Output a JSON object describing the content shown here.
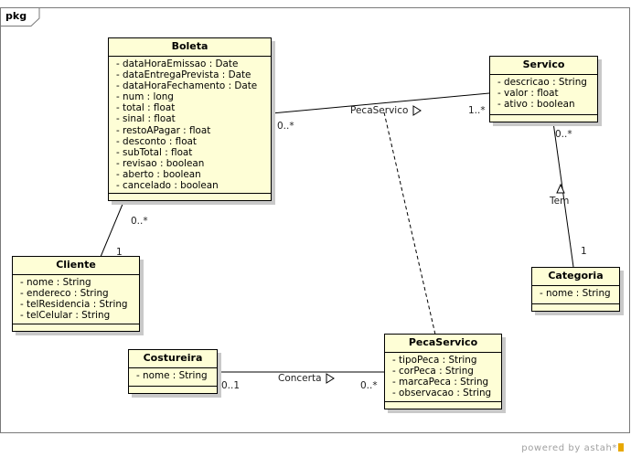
{
  "package": {
    "label": "pkg"
  },
  "classes": {
    "boleta": {
      "name": "Boleta",
      "attributes": [
        "- dataHoraEmissao : Date",
        "- dataEntregaPrevista : Date",
        "- dataHoraFechamento : Date",
        "- num : long",
        "- total : float",
        "- sinal : float",
        "- restoAPagar : float",
        "- desconto : float",
        "- subTotal : float",
        "- revisao : boolean",
        "- aberto : boolean",
        "- cancelado : boolean"
      ]
    },
    "servico": {
      "name": "Servico",
      "attributes": [
        "- descricao : String",
        "- valor : float",
        "- ativo : boolean"
      ]
    },
    "cliente": {
      "name": "Cliente",
      "attributes": [
        "- nome : String",
        "- endereco : String",
        "- telResidencia : String",
        "- telCelular : String"
      ]
    },
    "categoria": {
      "name": "Categoria",
      "attributes": [
        "- nome : String"
      ]
    },
    "costureira": {
      "name": "Costureira",
      "attributes": [
        "- nome : String"
      ]
    },
    "pecaservico": {
      "name": "PecaServico",
      "attributes": [
        "- tipoPeca : String",
        "- corPeca : String",
        "- marcaPeca : String",
        "- observacao : String"
      ]
    }
  },
  "associations": {
    "boleta_servico": {
      "name": "PecaServico",
      "mult_boleta": "0..*",
      "mult_servico": "1..*"
    },
    "boleta_cliente": {
      "mult_boleta": "0..*",
      "mult_cliente": "1"
    },
    "servico_categoria": {
      "name": "Tem",
      "mult_servico": "0..*",
      "mult_categoria": "1"
    },
    "costureira_pecaservico": {
      "name": "Concerta",
      "mult_costureira": "0..1",
      "mult_pecaservico": "0..*"
    }
  },
  "watermark": "powered by astah*"
}
